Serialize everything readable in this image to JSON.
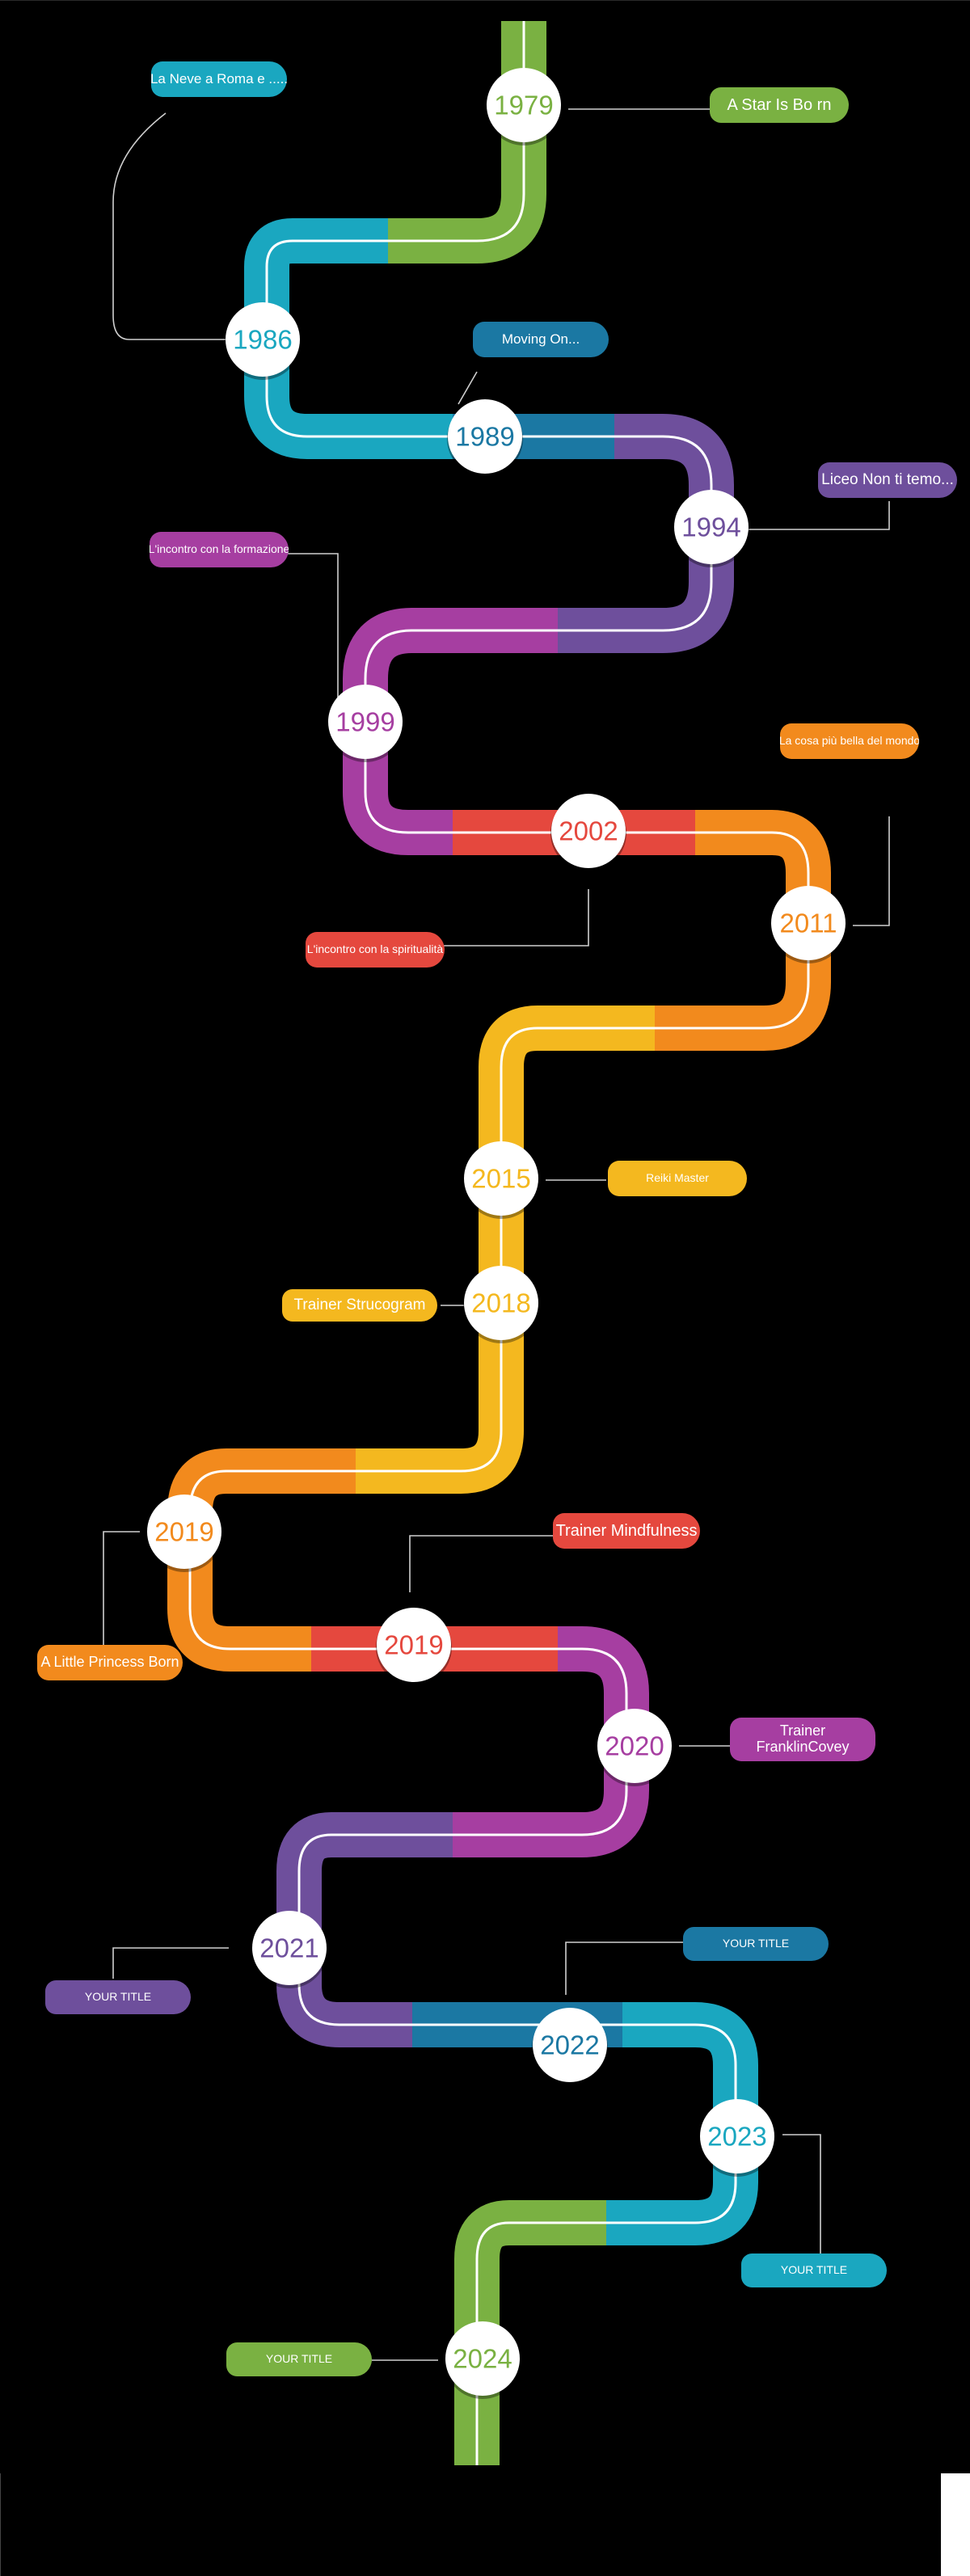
{
  "colors": {
    "green": "#7ab142",
    "teal": "#1aa7c0",
    "blue": "#1b78a3",
    "purple": "#6e4f9c",
    "magenta": "#a63ea1",
    "red": "#e5483e",
    "orange": "#f28a1d",
    "yellow": "#f4b81f",
    "background": "#000000",
    "node_fill": "#ffffff",
    "connector": "#cfcfcf"
  },
  "milestones": [
    {
      "year": "1979",
      "color": "green",
      "label": "A Star Is Bo rn"
    },
    {
      "year": "1986",
      "color": "teal",
      "label": "La Neve a Roma e ....."
    },
    {
      "year": "1989",
      "color": "blue",
      "label": "Moving On..."
    },
    {
      "year": "1994",
      "color": "purple",
      "label": "Liceo Non ti temo..."
    },
    {
      "year": "1999",
      "color": "magenta",
      "label": "L'incontro con la formazione"
    },
    {
      "year": "2002",
      "color": "red",
      "label": "L'incontro con la spiritualità"
    },
    {
      "year": "2011",
      "color": "orange",
      "label": "La cosa più bella del mondo"
    },
    {
      "year": "2015",
      "color": "yellow",
      "label": "Reiki Master"
    },
    {
      "year": "2018",
      "color": "yellow",
      "label": "Trainer Strucogram"
    },
    {
      "year": "2019",
      "color": "orange",
      "label": "A Little Princess Born"
    },
    {
      "year": "2019",
      "color": "red",
      "label": "Trainer Mindfulness"
    },
    {
      "year": "2020",
      "color": "magenta",
      "label": "Trainer FranklinCovey"
    },
    {
      "year": "2021",
      "color": "purple",
      "label": "YOUR TITLE"
    },
    {
      "year": "2022",
      "color": "blue",
      "label": "YOUR TITLE"
    },
    {
      "year": "2023",
      "color": "teal",
      "label": "YOUR TITLE"
    },
    {
      "year": "2024",
      "color": "green",
      "label": "YOUR TITLE"
    }
  ]
}
